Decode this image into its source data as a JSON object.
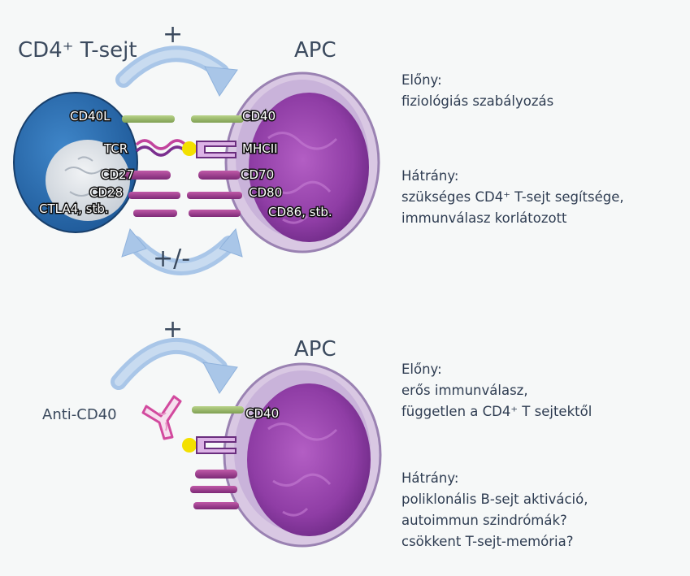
{
  "colors": {
    "background": "#f6f8f8",
    "t_cell": "#2b6cb0",
    "apc": "#a855b9",
    "arrow": "#a9c6e8",
    "text": "#2f3d52"
  },
  "top": {
    "t_cell_label": "CD4⁺ T-sejt",
    "apc_label": "APC",
    "plus": "+",
    "plus_minus": "+/-",
    "t_cell_markers": [
      "CD40L",
      "TCR",
      "CD27",
      "CD28",
      "CTLA4, stb."
    ],
    "apc_markers": [
      "CD40",
      "MHCII",
      "CD70",
      "CD80",
      "CD86, stb."
    ],
    "advantage": {
      "heading": "Előny:",
      "lines": [
        "fiziológiás szabályozás"
      ]
    },
    "disadvantage": {
      "heading": "Hátrány:",
      "lines": [
        "szükséges CD4⁺ T-sejt segítsége,",
        "immunválasz korlátozott"
      ]
    }
  },
  "bottom": {
    "apc_label": "APC",
    "plus": "+",
    "antibody_label": "Anti-CD40",
    "apc_markers": [
      "CD40"
    ],
    "advantage": {
      "heading": "Előny:",
      "lines": [
        "erős immunválasz,",
        "független a CD4⁺ T sejtektől"
      ]
    },
    "disadvantage": {
      "heading": "Hátrány:",
      "lines": [
        "poliklonális B-sejt aktiváció,",
        "autoimmun szindrómák?",
        "csökkent T-sejt-memória?"
      ]
    }
  }
}
